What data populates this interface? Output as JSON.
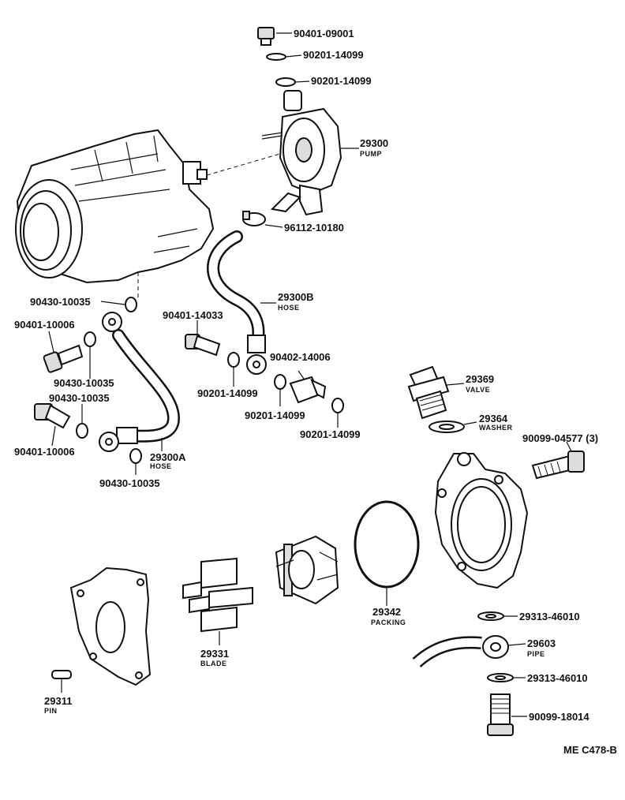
{
  "diagram_code": "ME C478-B",
  "labels": {
    "p90401_09001": "90401-09001",
    "p90201_14099_a": "90201-14099",
    "p90201_14099_b": "90201-14099",
    "p29300": "29300",
    "p29300_name": "PUMP",
    "p96112_10180": "96112-10180",
    "p90430_10035_a": "90430-10035",
    "p29300B": "29300B",
    "p29300B_name": "HOSE",
    "p90401_10006_a": "90401-10006",
    "p90401_14033": "90401-14033",
    "p90402_14006": "90402-14006",
    "p90430_10035_b": "90430-10035",
    "p90201_14099_c": "90201-14099",
    "p29369": "29369",
    "p29369_name": "VALVE",
    "p90430_10035_c": "90430-10035",
    "p90201_14099_d": "90201-14099",
    "p29364": "29364",
    "p29364_name": "WASHER",
    "p90201_14099_e": "90201-14099",
    "p90099_04577": "90099-04577 (3)",
    "p90401_10006_b": "90401-10006",
    "p29300A": "29300A",
    "p29300A_name": "HOSE",
    "p90430_10035_d": "90430-10035",
    "p29342": "29342",
    "p29342_name": "PACKING",
    "p29313_46010_a": "29313-46010",
    "p29331": "29331",
    "p29331_name": "BLADE",
    "p29603": "29603",
    "p29603_name": "PIPE",
    "p29313_46010_b": "29313-46010",
    "p29311": "29311",
    "p29311_name": "PIN",
    "p90099_18014": "90099-18014"
  }
}
